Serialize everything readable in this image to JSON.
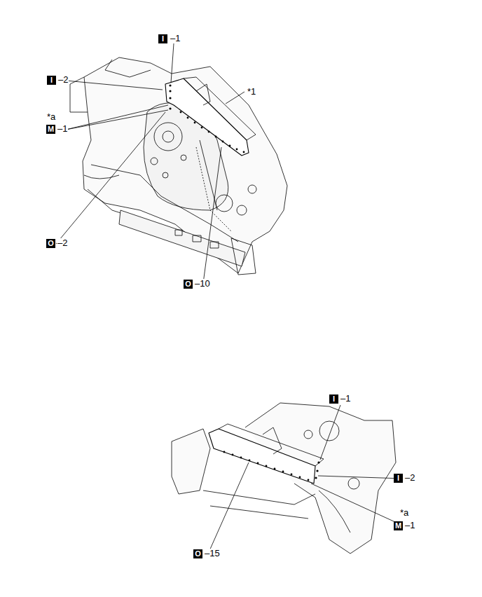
{
  "diagram": {
    "nodes": [
      {
        "text": [
          "I"
        ]
      },
      {
        "text": [
          "I"
        ]
      },
      {
        "text": [
          "M"
        ]
      },
      {
        "text": [
          "O"
        ]
      },
      {
        "text": [
          "O"
        ]
      },
      {
        "text": [
          "I"
        ]
      },
      {
        "text": [
          "I"
        ]
      },
      {
        "text": [
          "M"
        ]
      },
      {
        "text": [
          "O"
        ]
      }
    ],
    "labels": [
      "–1",
      "–2",
      "*a",
      "–1",
      "*1",
      "–2",
      "–10",
      "–1",
      "–2",
      "*a",
      "–1",
      "–15"
    ]
  }
}
